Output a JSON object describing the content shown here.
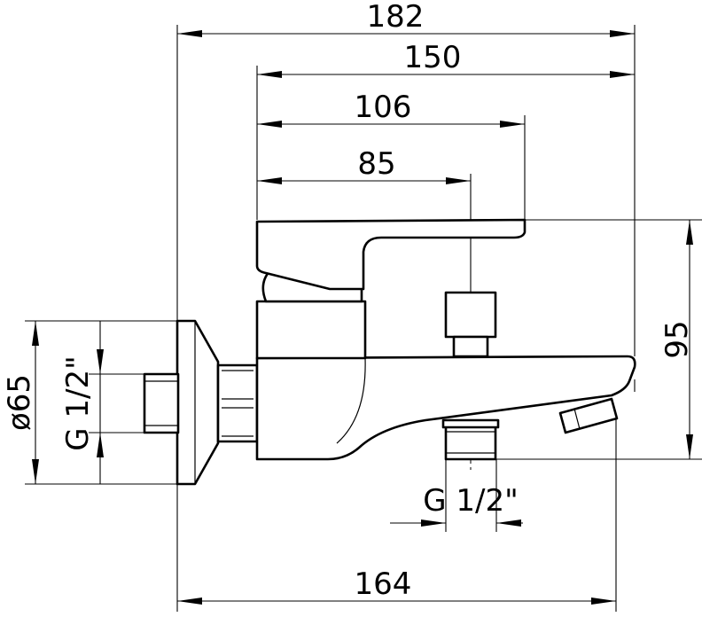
{
  "dimensions": {
    "overall_length": "182",
    "body_length": "150",
    "lever_length": "106",
    "outlet_offset": "85",
    "height": "95",
    "flange_diameter": "ø65",
    "inlet_thread": "G 1/2\"",
    "outlet_thread": "G 1/2\"",
    "spout_projection": "164"
  }
}
